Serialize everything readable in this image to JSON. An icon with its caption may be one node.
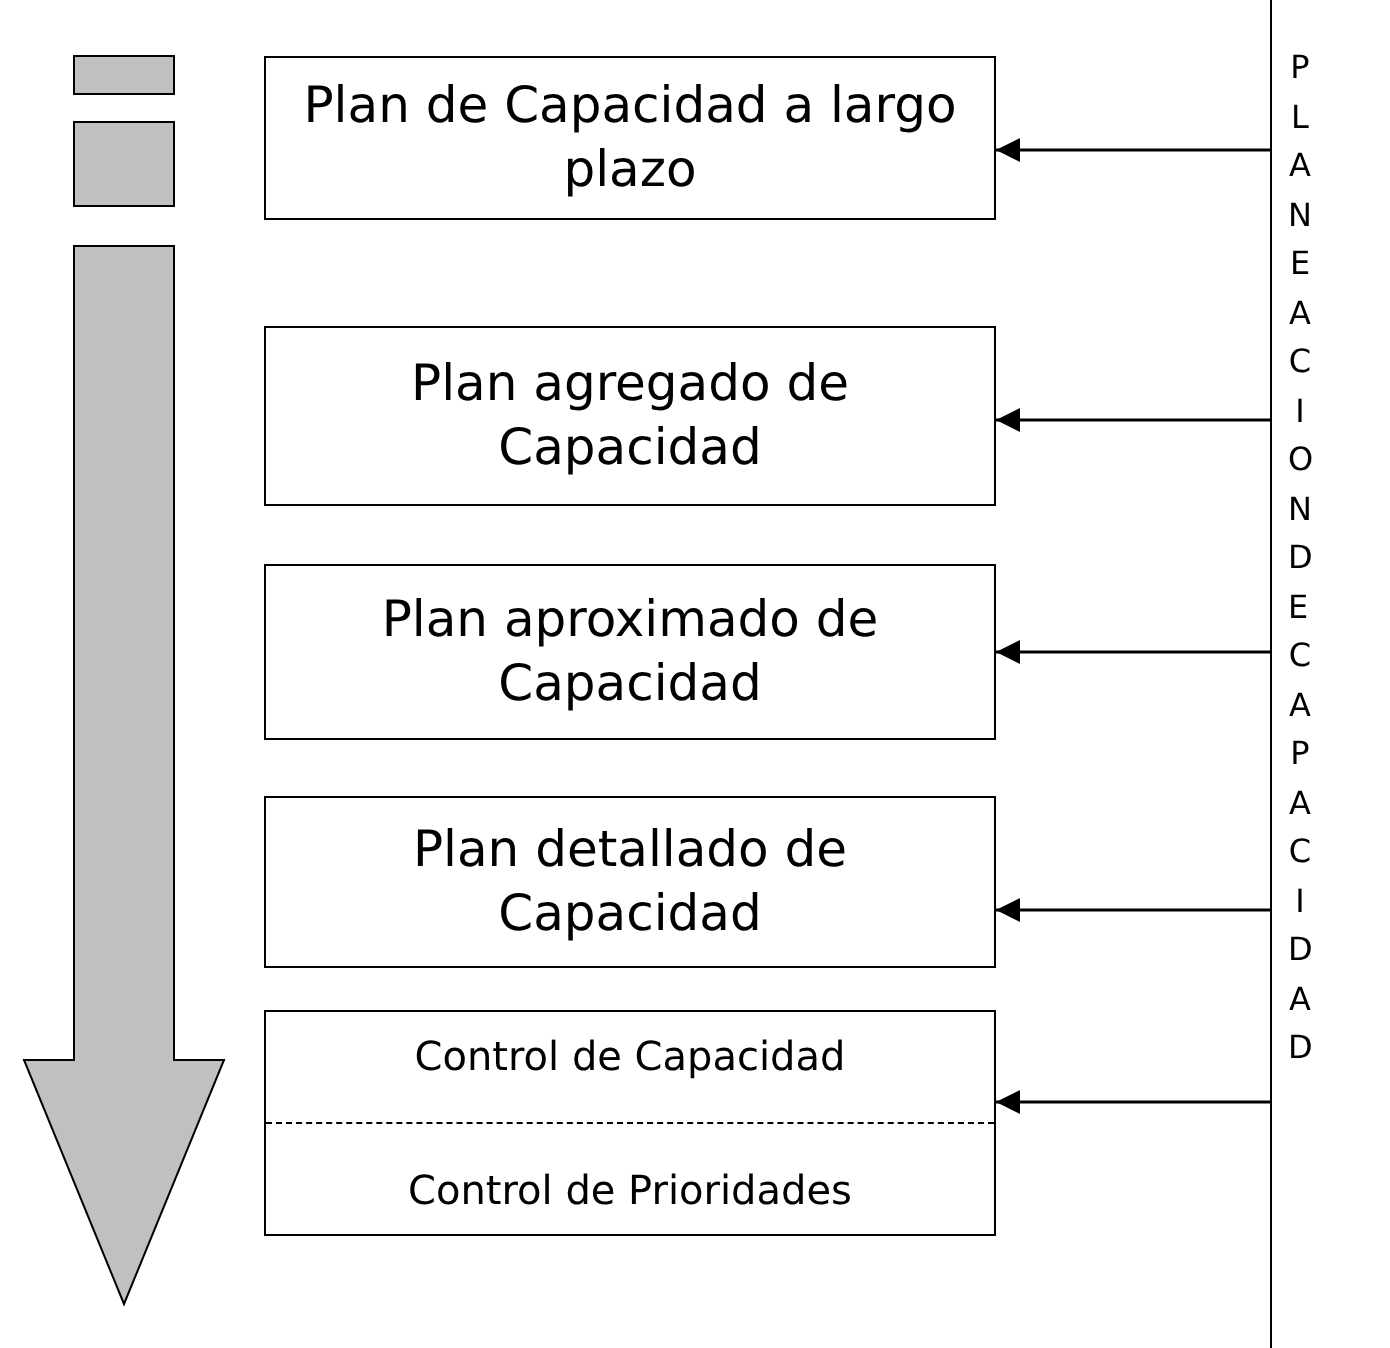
{
  "diagram": {
    "nodes": [
      {
        "text": [
          "Plan de Capacidad a largo plazo"
        ]
      },
      {
        "text": [
          "Plan agregado de Capacidad"
        ]
      },
      {
        "text": [
          "Plan aproximado de Capacidad"
        ]
      },
      {
        "text": [
          "Plan detallado de Capacidad"
        ]
      },
      {
        "text": [
          "Control de Capacidad",
          "Control de Prioridades"
        ]
      },
      {
        "text": [
          "PLANEACION DE CAPACIDAD"
        ]
      }
    ],
    "edges": [
      {
        "from": 5,
        "to": 0,
        "arrow": "to"
      },
      {
        "from": 5,
        "to": 1,
        "arrow": "to"
      },
      {
        "from": 5,
        "to": 2,
        "arrow": "to"
      },
      {
        "from": 5,
        "to": 3,
        "arrow": "to"
      },
      {
        "from": 5,
        "to": 4,
        "arrow": "to"
      }
    ]
  }
}
